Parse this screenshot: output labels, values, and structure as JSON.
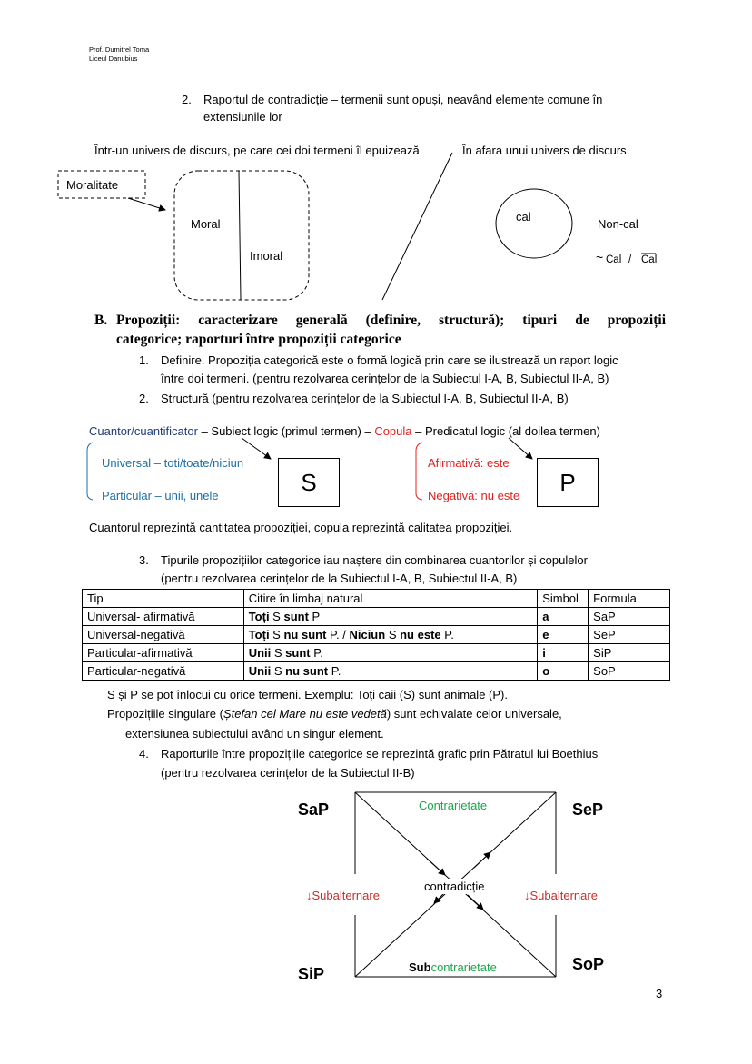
{
  "header": {
    "author": "Prof. Dumitrel Toma",
    "school": "Liceul Danubius"
  },
  "section2": {
    "number": "2.",
    "line1": "Raportul de contradicție – termenii sunt opuși, neavând elemente comune în",
    "line2": "extensiunile lor"
  },
  "universe": {
    "left_caption": "Într-un univers de discurs, pe care cei doi termeni îl epuizează",
    "right_caption": "În afara unui univers de discurs",
    "moralitate": "Moralitate",
    "moral": "Moral",
    "imoral": "Imoral",
    "cal": "cal",
    "non_cal": "Non-cal",
    "neg_tilde": "~",
    "neg_cal": "Cal",
    "slash": "/",
    "neg_bar_cal": "Cal"
  },
  "sectionB": {
    "letter": "B.",
    "title_line1": "Propoziții: caracterizare generală (definire, structură); tipuri de propoziții",
    "title_line2": "categorice; raporturi între propoziții categorice",
    "item1_num": "1.",
    "item1_line1": "Definire. Propoziția categorică este o formă logică prin care se ilustrează un raport logic",
    "item1_line2": "între doi termeni. (pentru rezolvarea cerințelor de la Subiectul I-A, B, Subiectul II-A, B)",
    "item2_num": "2.",
    "item2_line1": "Structură (pentru rezolvarea cerințelor de la Subiectul I-A, B, Subiectul II-A, B)"
  },
  "structure": {
    "cuantor": "Cuantor/cuantificator",
    "dash1": " – Subiect logic (primul termen) – ",
    "copula": "Copula",
    "dash2": " – Predicatul logic (al doilea termen)",
    "universal": "Universal – toti/toate/niciun",
    "particular": "Particular – unii, unele",
    "s_box": "S",
    "afirmativa": "Afirmativă: este",
    "negativa": "Negativă: nu este",
    "p_box": "P",
    "summary": "Cuantorul reprezintă cantitatea propoziției, copula reprezintă calitatea propoziției."
  },
  "types": {
    "num": "3.",
    "line1": "Tipurile propozițiilor categorice iau naștere din combinarea cuantorilor și copulelor",
    "line2": "(pentru rezolvarea cerințelor de la Subiectul I-A, B, Subiectul II-A, B)",
    "headers": [
      "Tip",
      "Citire în limbaj natural",
      "Simbol",
      "Formula"
    ],
    "rows": [
      {
        "tip": "Universal- afirmativă",
        "r1b": "Toți",
        "r2": " S ",
        "r3b": "sunt",
        "r4": " P",
        "r5b": "",
        "r6": "",
        "r7b": "",
        "r8": "",
        "symbol": "a",
        "formula": "SaP"
      },
      {
        "tip": "Universal-negativă",
        "r1b": "Toți",
        "r2": " S ",
        "r3b": "nu sunt",
        "r4": " P. / ",
        "r5b": "Niciun",
        "r6": " S ",
        "r7b": "nu este",
        "r8": " P.",
        "symbol": "e",
        "formula": "SeP"
      },
      {
        "tip": "Particular-afirmativă",
        "r1b": "Unii",
        "r2": " S ",
        "r3b": "sunt",
        "r4": " P.",
        "r5b": "",
        "r6": "",
        "r7b": "",
        "r8": "",
        "symbol": "i",
        "formula": "SiP"
      },
      {
        "tip": "Particular-negativă",
        "r1b": "Unii",
        "r2": " S ",
        "r3b": "nu sunt",
        "r4": " P.",
        "r5b": "",
        "r6": "",
        "r7b": "",
        "r8": "",
        "symbol": "o",
        "formula": "SoP"
      }
    ],
    "note1": "S și P se pot înlocui cu orice termeni. Exemplu: Toți caii (S) sunt animale (P).",
    "note2_a": "Propozițiile singulare (",
    "note2_italic": "Ștefan cel Mare nu este vedetă",
    "note2_b": ") sunt echivalate celor universale,",
    "note3": "extensiunea subiectului având un singur element."
  },
  "square": {
    "num": "4.",
    "line1": "Raporturile între propozițiile categorice se reprezintă grafic prin Pătratul lui Boethius",
    "line2": "(pentru rezolvarea cerințelor de la Subiectul II-B)",
    "sap": "SaP",
    "sep": "SeP",
    "sip": "SiP",
    "sop": "SoP",
    "contrarietate": "Contrarietate",
    "contradictie": "contradicție",
    "subalternare_left": "↓Subalternare",
    "subalternare_right": "↓Subalternare",
    "sub_bold": "Sub",
    "sub_rest": "contrarietate"
  },
  "page_number": "3"
}
